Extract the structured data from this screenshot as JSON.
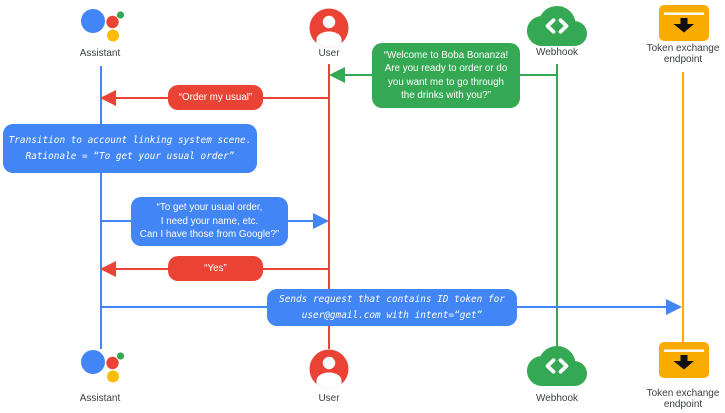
{
  "diagram": {
    "actors": {
      "assistant": {
        "label": "Assistant",
        "icon": "google-assistant-icon"
      },
      "user": {
        "label": "User",
        "icon": "user-icon"
      },
      "webhook": {
        "label": "Webhook",
        "icon": "webhook-cloud-icon"
      },
      "token_endpoint": {
        "label_lines": [
          "Token exchange",
          "endpoint"
        ],
        "icon": "token-endpoint-icon"
      }
    },
    "messages": {
      "welcome": {
        "from": "Webhook",
        "to": "User",
        "lines": [
          "“Welcome to Boba Bonanza!",
          "Are you ready to order or do",
          "you want me to go through",
          "the drinks with you?”"
        ]
      },
      "order": {
        "from": "User",
        "to": "Assistant",
        "text": "“Order my usual”"
      },
      "transition_note": {
        "actor": "Assistant",
        "lines": [
          "Transition to account linking system scene.",
          "Rationale = “To get your usual order”"
        ]
      },
      "question": {
        "from": "Assistant",
        "to": "User",
        "lines": [
          "“To get your usual order,",
          "I need your name, etc.",
          "Can I have those from Google?”"
        ]
      },
      "yes": {
        "from": "User",
        "to": "Assistant",
        "text": "“Yes”"
      },
      "token_request": {
        "from": "Assistant",
        "to": "Token exchange endpoint",
        "lines": [
          "Sends request that contains ID token for",
          "user@gmail.com with intent=“get”"
        ]
      }
    },
    "colors": {
      "assistant_blue": "#4285F4",
      "user_red": "#EA4335",
      "webhook_green": "#34A853",
      "endpoint_yellow": "#F9AB00",
      "assistant_logo_yellow": "#FBBC04",
      "label_gray": "#3C4043"
    }
  }
}
